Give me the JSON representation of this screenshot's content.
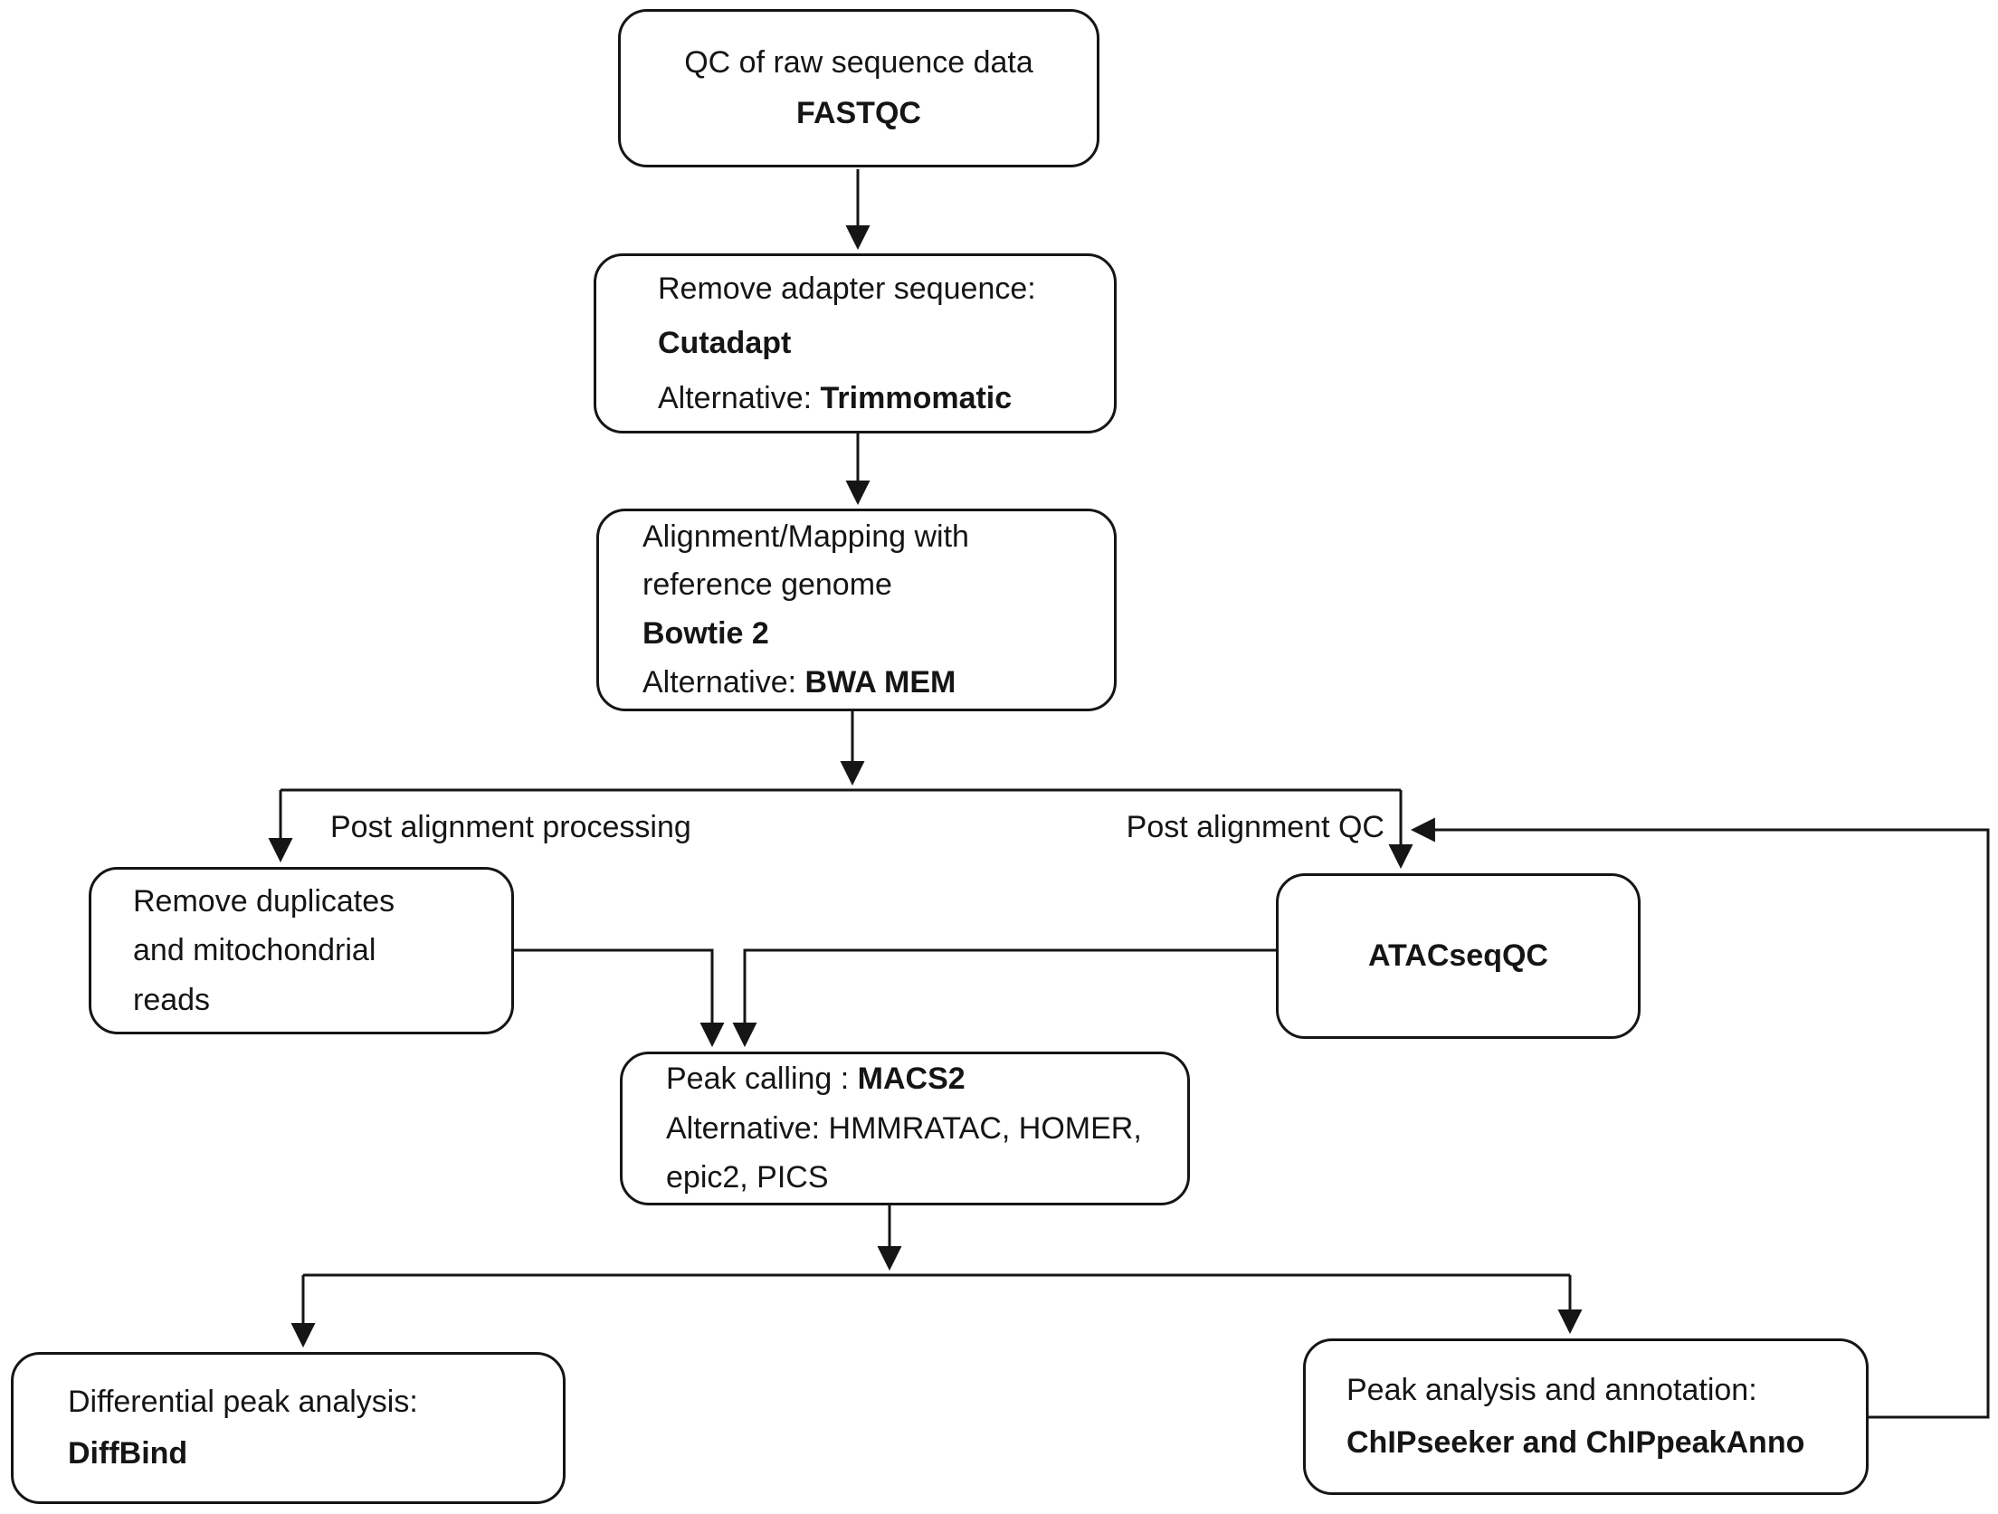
{
  "diagram_type": "flowchart",
  "colors": {
    "background": "#ffffff",
    "line": "#151515",
    "text": "#151515",
    "box_fill": "#ffffff"
  },
  "boxes": {
    "qc_raw": {
      "l1": "QC of raw sequence data",
      "l2": "FASTQC"
    },
    "adapter": {
      "l1": "Remove adapter sequence:",
      "l2": "Cutadapt",
      "l3a": "Alternative: ",
      "l3b": "Trimmomatic"
    },
    "align": {
      "l1": "Alignment/Mapping with",
      "l2": "reference genome",
      "l3": "Bowtie 2",
      "l4a": "Alternative: ",
      "l4b": "BWA MEM"
    },
    "dedup": {
      "l1": "Remove duplicates",
      "l2": "and mitochondrial",
      "l3": "reads"
    },
    "atacqc": {
      "l1": "ATACseqQC"
    },
    "peakcall": {
      "l1a": "Peak calling : ",
      "l1b": "MACS2",
      "l2": "Alternative: HMMRATAC, HOMER,",
      "l3": "epic2, PICS"
    },
    "diffbind": {
      "l1": "Differential peak analysis:",
      "l2": "DiffBind"
    },
    "peakanno": {
      "l1": "Peak analysis and annotation:",
      "l2": "ChIPseeker and ChIPpeakAnno"
    }
  },
  "labels": {
    "post_processing": "Post alignment processing",
    "post_qc": "Post alignment QC"
  }
}
